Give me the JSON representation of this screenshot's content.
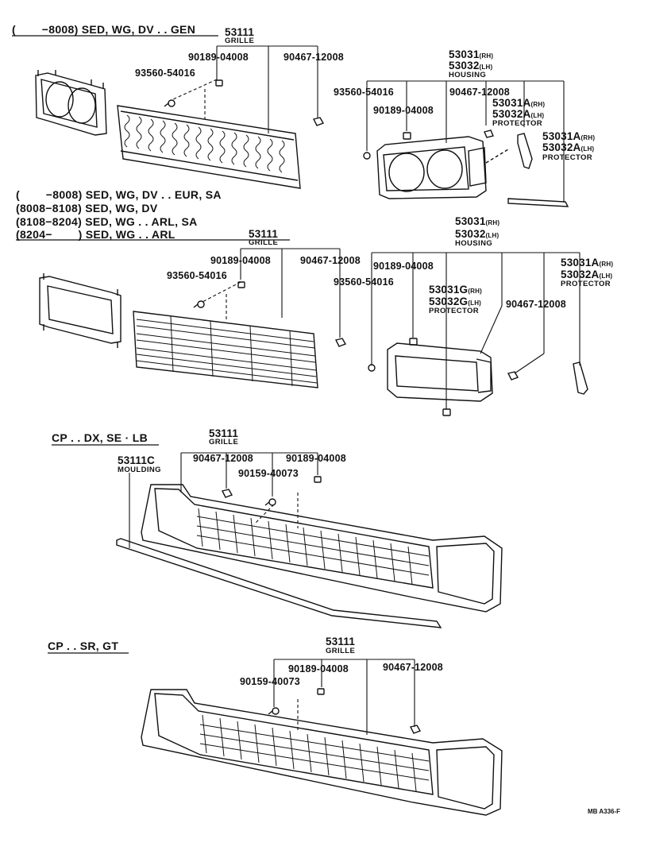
{
  "section1": {
    "header": "(　　 −8008) SED, WG, DV . . GEN",
    "grille_no": "53111",
    "grille_name": "GRILLE",
    "p_90189": "90189-04008",
    "p_90467": "90467-12008",
    "p_93560": "93560-54016",
    "housing_rh": "53031",
    "housing_rh_tag": "(RH)",
    "housing_lh": "53032",
    "housing_lh_tag": "(LH)",
    "housing_name": "HOUSING",
    "r_93560": "93560-54016",
    "r_90467": "90467-12008",
    "r_90189": "90189-04008",
    "prot1_rh": "53031A",
    "prot1_rh_tag": "(RH)",
    "prot1_lh": "53032A",
    "prot1_lh_tag": "(LH)",
    "prot1_name": "PROTECTOR",
    "prot2_rh": "53031A",
    "prot2_rh_tag": "(RH)",
    "prot2_lh": "53032A",
    "prot2_lh_tag": "(LH)",
    "prot2_name": "PROTECTOR"
  },
  "section2": {
    "header_lines": [
      "(　　 −8008) SED, WG, DV . . EUR, SA",
      "(8008−8108) SED, WG, DV",
      "(8108−8204) SED, WG . . ARL, SA",
      "(8204−　　 ) SED, WG . . ARL"
    ],
    "grille_no": "53111",
    "grille_name": "GRILLE",
    "p_90189": "90189-04008",
    "p_90467": "90467-12008",
    "p_93560": "93560-54016",
    "housing_rh": "53031",
    "housing_rh_tag": "(RH)",
    "housing_lh": "53032",
    "housing_lh_tag": "(LH)",
    "housing_name": "HOUSING",
    "r_90189": "90189-04008",
    "r_93560": "93560-54016",
    "protg_rh": "53031G",
    "protg_rh_tag": "(RH)",
    "protg_lh": "53032G",
    "protg_lh_tag": "(LH)",
    "protg_name": "PROTECTOR",
    "r_90467": "90467-12008",
    "prota_rh": "53031A",
    "prota_rh_tag": "(RH)",
    "prota_lh": "53032A",
    "prota_lh_tag": "(LH)",
    "prota_name": "PROTECTOR"
  },
  "section3": {
    "header": "CP . . DX, SE · LB",
    "grille_no": "53111",
    "grille_name": "GRILLE",
    "moulding_no": "53111C",
    "moulding_name": "MOULDING",
    "p_90467": "90467-12008",
    "p_90189": "90189-04008",
    "p_90159": "90159-40073"
  },
  "section4": {
    "header": "CP . . SR, GT",
    "grille_no": "53111",
    "grille_name": "GRILLE",
    "p_90189": "90189-04008",
    "p_90159": "90159-40073",
    "p_90467": "90467-12008"
  },
  "footer_code": "MB A336-F"
}
